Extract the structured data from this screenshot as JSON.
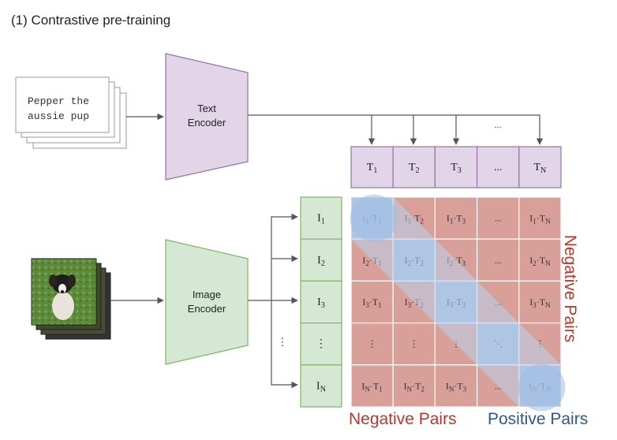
{
  "title": "(1) Contrastive pre-training",
  "text_card": {
    "line1": "Pepper the",
    "line2": "aussie pup"
  },
  "text_encoder": {
    "line1": "Text",
    "line2": "Encoder"
  },
  "image_encoder": {
    "line1": "Image",
    "line2": "Encoder"
  },
  "top_dots": "...",
  "left_dots": "⋮",
  "text_vectors": [
    {
      "b": "T",
      "s": "1"
    },
    {
      "b": "T",
      "s": "2"
    },
    {
      "b": "T",
      "s": "3"
    },
    {
      "b": "...",
      "s": ""
    },
    {
      "b": "T",
      "s": "N"
    }
  ],
  "image_vectors": [
    {
      "b": "I",
      "s": "1"
    },
    {
      "b": "I",
      "s": "2"
    },
    {
      "b": "I",
      "s": "3"
    },
    {
      "b": "⋮",
      "s": ""
    },
    {
      "b": "I",
      "s": "N"
    }
  ],
  "matrix": [
    [
      "I1·T1",
      "I1·T2",
      "I1·T3",
      "...",
      "I1·TN"
    ],
    [
      "I2·T1",
      "I2·T2",
      "I2·T3",
      "...",
      "I2·TN"
    ],
    [
      "I3·T1",
      "I3·T2",
      "I3·T3",
      "...",
      "I3·TN"
    ],
    [
      "⋮",
      "⋮",
      "⋮",
      "⋱",
      "⋮"
    ],
    [
      "IN·T1",
      "IN·T2",
      "IN·T3",
      "...",
      "IN·TN"
    ]
  ],
  "labels": {
    "negative_bottom": "Negative Pairs",
    "positive_bottom": "Positive Pairs",
    "negative_side": "Negative Pairs"
  },
  "colors": {
    "text_fill": "#e1d5e7",
    "text_stroke": "#9673a6",
    "image_fill": "#d5e8d4",
    "image_stroke": "#82b366",
    "neg_fill": "#d9a09a",
    "pos_fill": "#9fb8d8",
    "neg_text": "#b03a2e",
    "pos_text": "#2e5a8a"
  }
}
